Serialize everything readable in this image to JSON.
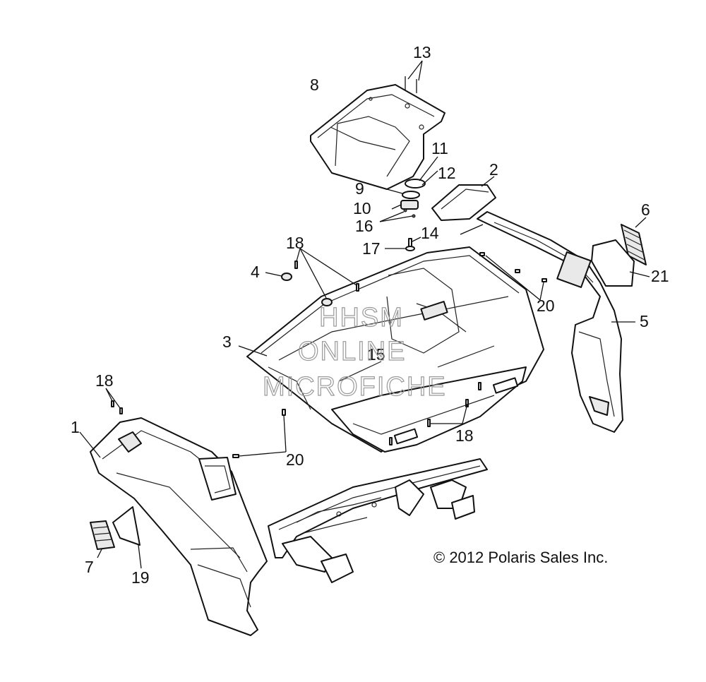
{
  "diagram": {
    "callouts": [
      "13",
      "8",
      "11",
      "12",
      "2",
      "9",
      "10",
      "16",
      "14",
      "6",
      "17",
      "18",
      "4",
      "21",
      "20",
      "5",
      "3",
      "15",
      "18",
      "1",
      "20",
      "18",
      "7",
      "19"
    ],
    "watermark": [
      "HHSM",
      "ONLINE",
      "MICROFICHE"
    ],
    "copyright": "© 2012 Polaris Sales Inc."
  }
}
